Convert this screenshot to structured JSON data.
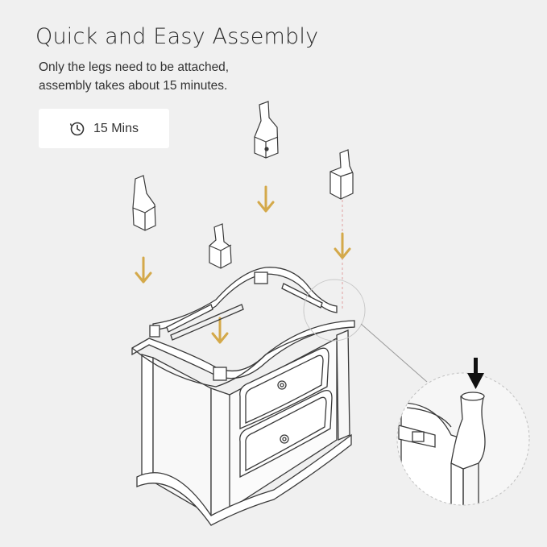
{
  "header": {
    "title": "Quick and Easy Assembly",
    "subtitle_line1": "Only the legs need to be attached,",
    "subtitle_line2": "assembly takes about 15 minutes."
  },
  "badge": {
    "icon": "clock-icon",
    "label": "15 Mins"
  },
  "colors": {
    "background": "#f0f0f0",
    "arrow": "#d4a94a",
    "line": "#3a3a3a",
    "guide": "#e0a0a0"
  }
}
